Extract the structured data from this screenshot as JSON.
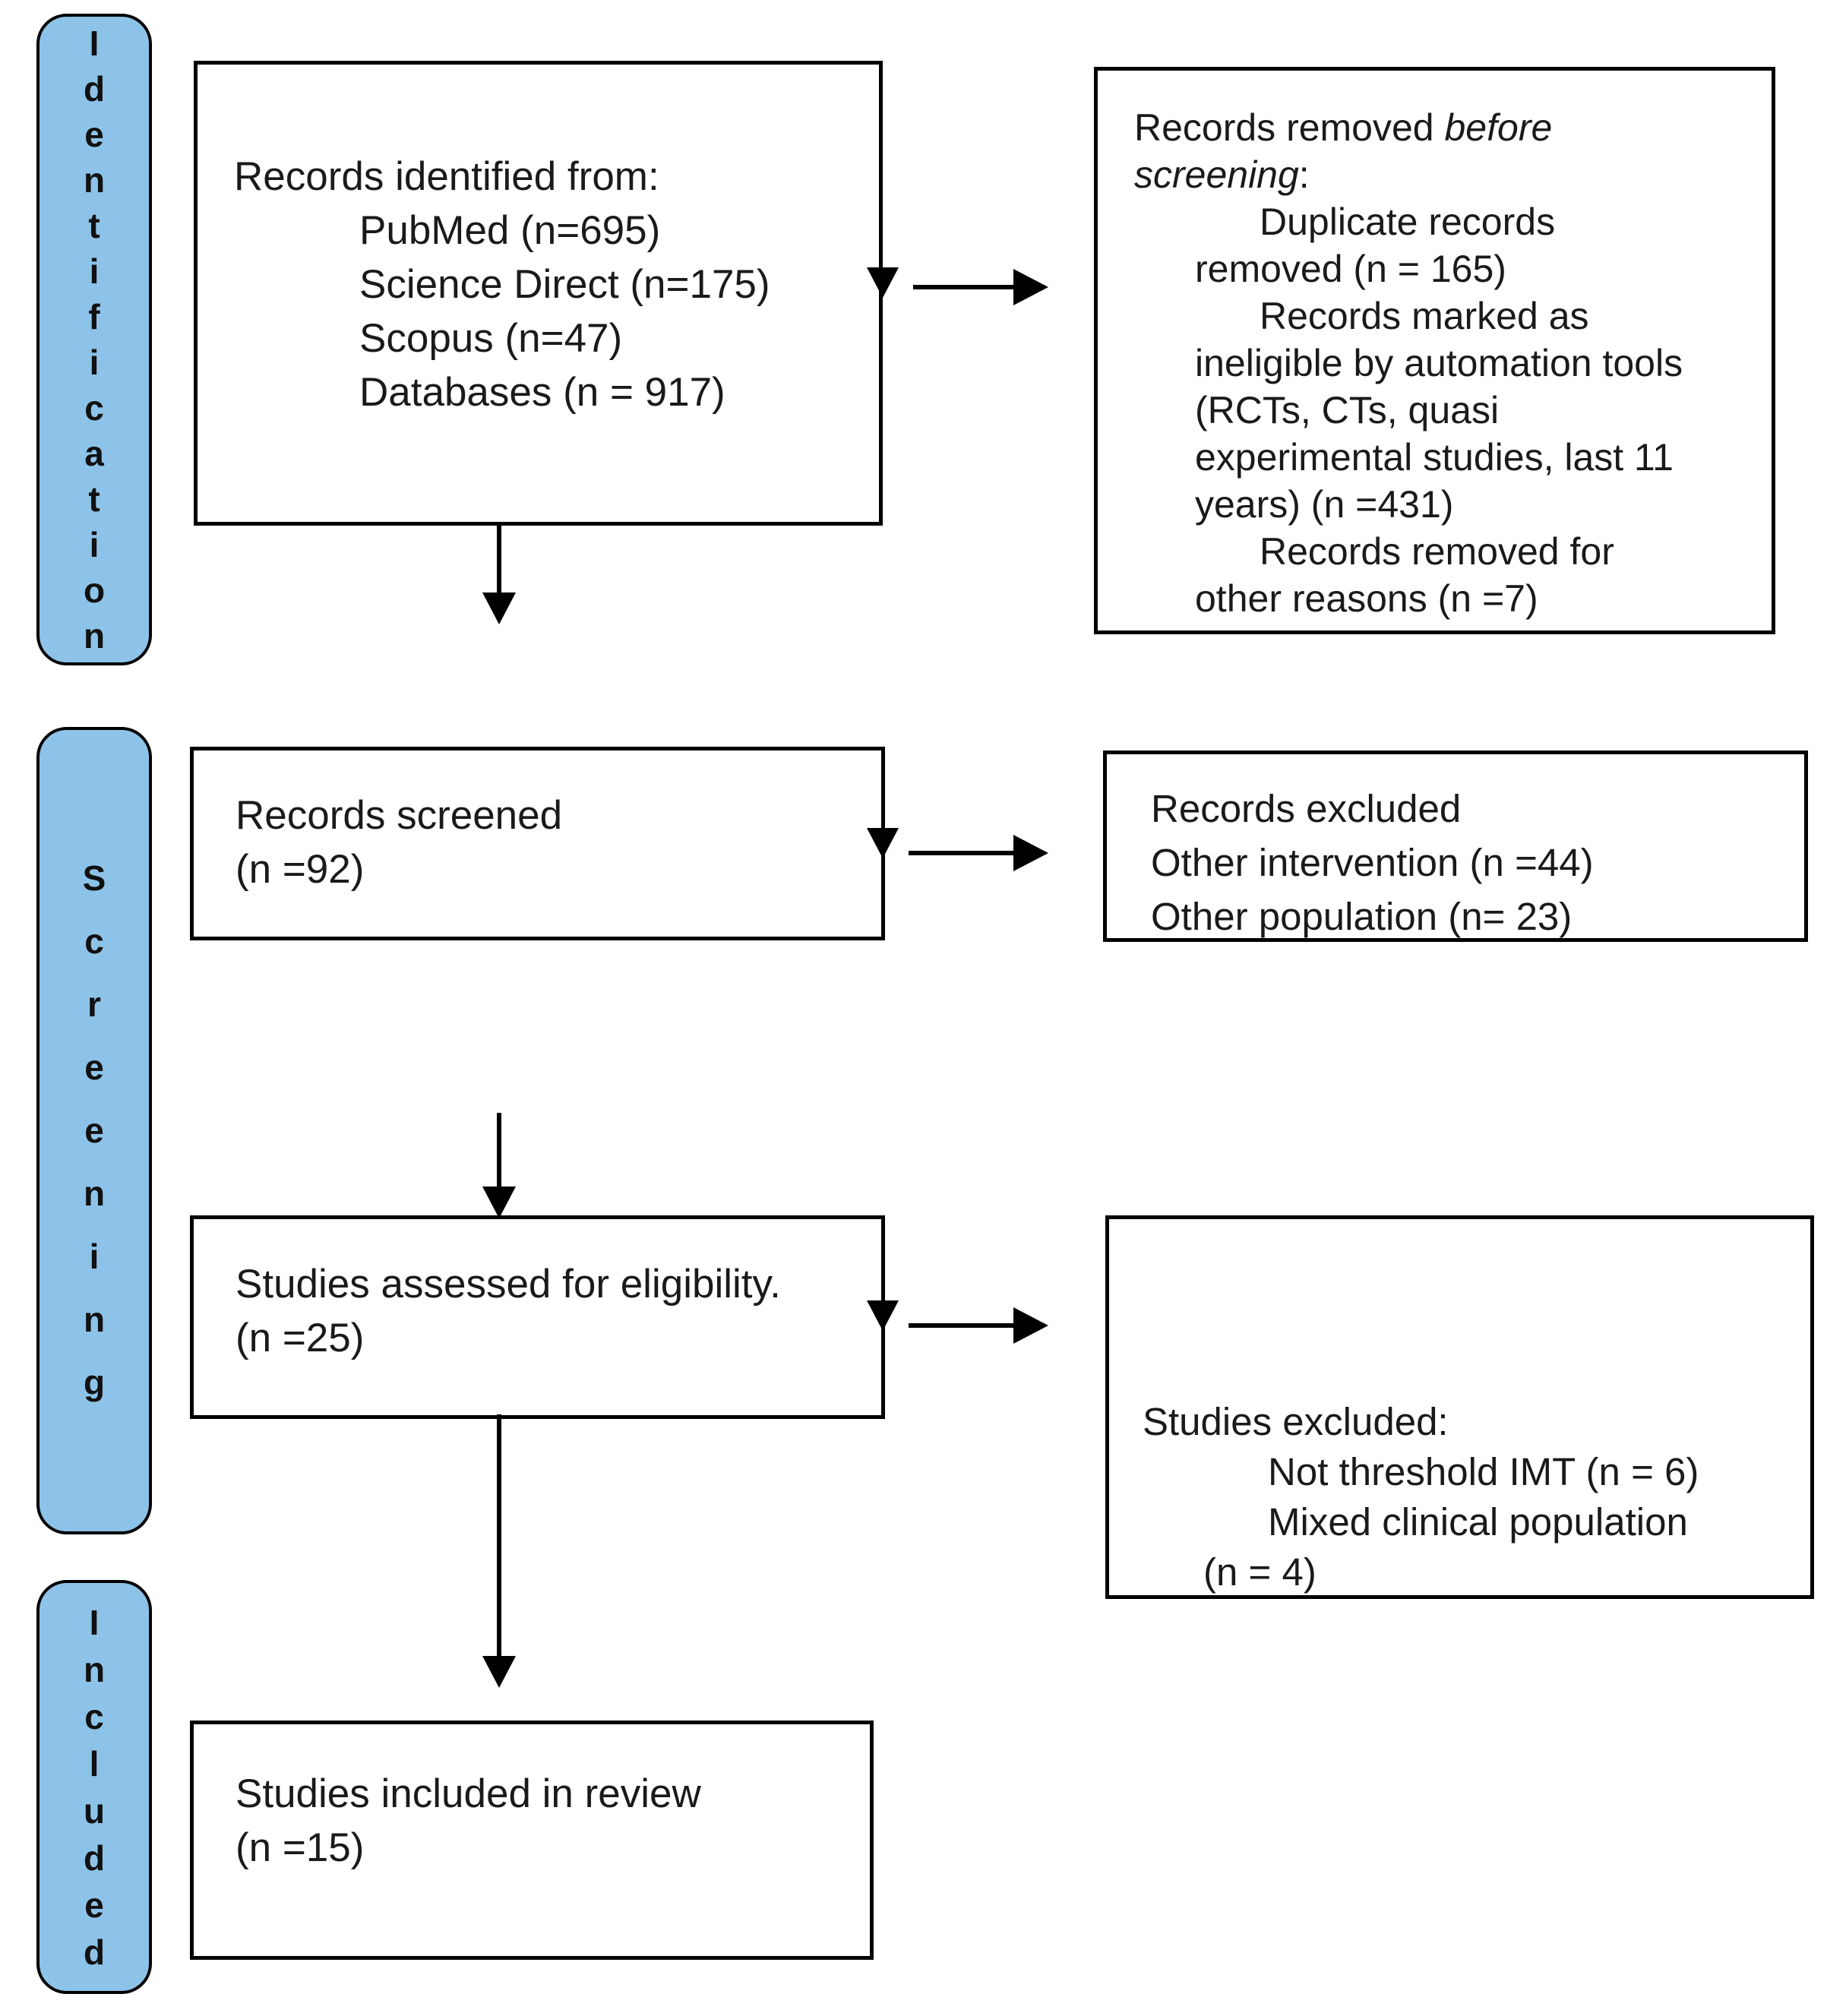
{
  "colors": {
    "stage_fill": "#8DC3E8",
    "stage_border": "#000000",
    "box_border": "#000000",
    "arrow": "#000000",
    "text": "#1a1a1a"
  },
  "stages": {
    "identification": "Identification",
    "screening": "Screening",
    "included": "Included"
  },
  "boxes": {
    "records_identified": {
      "lines": [
        {
          "indent": 0,
          "text": "Records identified from:"
        },
        {
          "indent": 2,
          "text": "PubMed (n=695)"
        },
        {
          "indent": 2,
          "text": "Science Direct (n=175)"
        },
        {
          "indent": 2,
          "text": "Scopus (n=47)"
        },
        {
          "indent": 2,
          "text": "Databases (n = 917)"
        }
      ]
    },
    "records_removed": {
      "lines": [
        {
          "indent": 0,
          "parts": [
            {
              "text": "Records removed "
            },
            {
              "text": "before",
              "italic": true
            }
          ]
        },
        {
          "indent": 0,
          "parts": [
            {
              "text": "screening",
              "italic": true
            },
            {
              "text": ":"
            }
          ]
        },
        {
          "indent": 2,
          "text": "Duplicate records"
        },
        {
          "indent": 1,
          "text": "removed  (n = 165)"
        },
        {
          "indent": 2,
          "text": "Records marked as"
        },
        {
          "indent": 1,
          "text": "ineligible by automation tools"
        },
        {
          "indent": 1,
          "text": "(RCTs, CTs, quasi"
        },
        {
          "indent": 1,
          "text": "experimental studies, last 11"
        },
        {
          "indent": 1,
          "text": "years) (n =431)"
        },
        {
          "indent": 2,
          "text": "Records removed for"
        },
        {
          "indent": 1,
          "text": "other reasons (n =7)"
        }
      ]
    },
    "records_screened": {
      "lines": [
        {
          "indent": 0,
          "text": "Records screened"
        },
        {
          "indent": 0,
          "text": "(n =92)"
        }
      ]
    },
    "records_excluded": {
      "lines": [
        {
          "indent": 0,
          "text": "Records excluded"
        },
        {
          "indent": 0,
          "text": "Other intervention (n =44)"
        },
        {
          "indent": 0,
          "text": "Other population (n= 23)"
        }
      ]
    },
    "studies_assessed": {
      "lines": [
        {
          "indent": 0,
          "text": "Studies assessed for eligibility."
        },
        {
          "indent": 0,
          "text": "(n =25)"
        }
      ]
    },
    "studies_excluded": {
      "lines": [
        {
          "indent": 0,
          "text": "Studies excluded:"
        },
        {
          "indent": 2,
          "text": "Not threshold IMT (n = 6)"
        },
        {
          "indent": 2,
          "text": "Mixed clinical population"
        },
        {
          "indent": 1,
          "text": "(n = 4)"
        }
      ]
    },
    "studies_included": {
      "lines": [
        {
          "indent": 0,
          "text": "Studies included in review"
        },
        {
          "indent": 0,
          "text": "(n =15)"
        }
      ]
    }
  }
}
